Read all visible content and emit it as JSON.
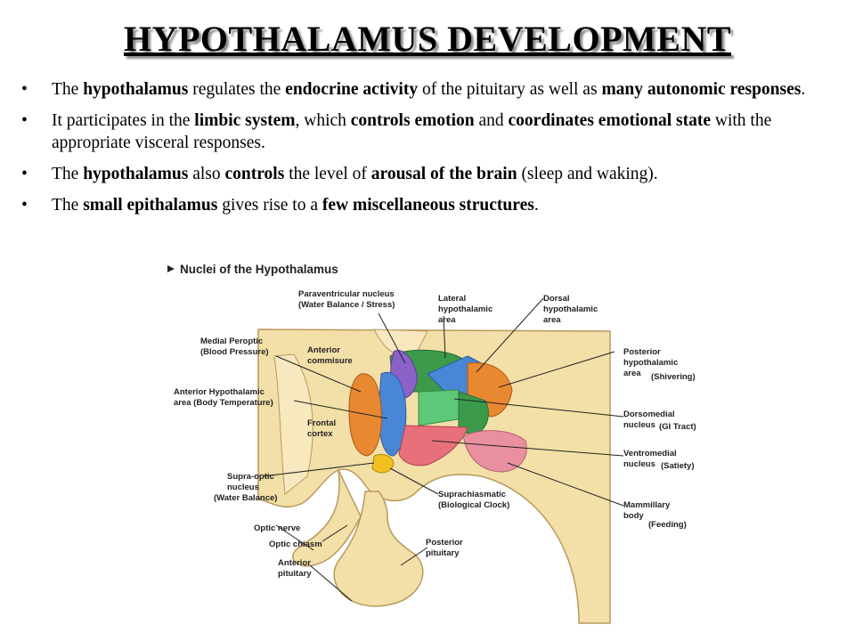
{
  "slide": {
    "title": "HYPOTHALAMUS DEVELOPMENT",
    "bullets": [
      {
        "parts": [
          {
            "t": "The ",
            "b": false
          },
          {
            "t": "hypothalamus",
            "b": true
          },
          {
            "t": " regulates the ",
            "b": false
          },
          {
            "t": "endocrine activity",
            "b": true
          },
          {
            "t": " of the pituitary as well as ",
            "b": false
          },
          {
            "t": "many autonomic responses",
            "b": true
          },
          {
            "t": ".",
            "b": false
          }
        ]
      },
      {
        "parts": [
          {
            "t": "It participates in the ",
            "b": false
          },
          {
            "t": "limbic system",
            "b": true
          },
          {
            "t": ", which ",
            "b": false
          },
          {
            "t": "controls emotion",
            "b": true
          },
          {
            "t": " and ",
            "b": false
          },
          {
            "t": "coordinates emotional state",
            "b": true
          },
          {
            "t": " with the appropriate visceral responses.",
            "b": false
          }
        ]
      },
      {
        "parts": [
          {
            "t": "The ",
            "b": false
          },
          {
            "t": "hypothalamus",
            "b": true
          },
          {
            "t": " also ",
            "b": false
          },
          {
            "t": "controls",
            "b": true
          },
          {
            "t": " the level of ",
            "b": false
          },
          {
            "t": "arousal of the brain",
            "b": true
          },
          {
            "t": " (sleep and waking).",
            "b": false
          }
        ]
      },
      {
        "parts": [
          {
            "t": "The ",
            "b": false
          },
          {
            "t": "small epithalamus",
            "b": true
          },
          {
            "t": " gives rise to a ",
            "b": false
          },
          {
            "t": "few miscellaneous structures",
            "b": true
          },
          {
            "t": ".",
            "b": false
          }
        ]
      }
    ]
  },
  "figure": {
    "heading": "Nuclei of the Hypothalamus",
    "labels": {
      "paraventricular_1": "Paraventricular nucleus",
      "paraventricular_2": "(Water Balance / Stress)",
      "lateral_1": "Lateral",
      "lateral_2": "hypothalamic",
      "lateral_3": "area",
      "dorsal_1": "Dorsal",
      "dorsal_2": "hypothalamic",
      "dorsal_3": "area",
      "medial_1": "Medial Peroptic",
      "medial_2": "(Blood Pressure)",
      "anterior_comm_1": "Anterior",
      "anterior_comm_2": "commisure",
      "posterior_1": "Posterior",
      "posterior_2": "hypothalamic",
      "posterior_3": "area",
      "posterior_4": "(Shivering)",
      "anterior_hypo_1": "Anterior Hypothalamic",
      "anterior_hypo_2": "area (Body Temperature)",
      "frontal_1": "Frontal",
      "frontal_2": "cortex",
      "dorsomedial_1": "Dorsomedial",
      "dorsomedial_2": "nucleus",
      "dorsomedial_3": "(GI Tract)",
      "ventromedial_1": "Ventromedial",
      "ventromedial_2": "nucleus",
      "ventromedial_3": "(Satiety)",
      "supraoptic_1": "Supra-optic",
      "supraoptic_2": "nucleus",
      "supraoptic_3": "(Water Balance)",
      "suprachiasmatic_1": "Suprachiasmatic",
      "suprachiasmatic_2": "(Biological Clock)",
      "mammillary_1": "Mammillary",
      "mammillary_2": "body",
      "mammillary_3": "(Feeding)",
      "optic_nerve": "Optic nerve",
      "optic_chiasm": "Optic chiasm",
      "posterior_pit_1": "Posterior",
      "posterior_pit_2": "pituitary",
      "anterior_pit_1": "Anterior",
      "anterior_pit_2": "pituitary"
    }
  }
}
